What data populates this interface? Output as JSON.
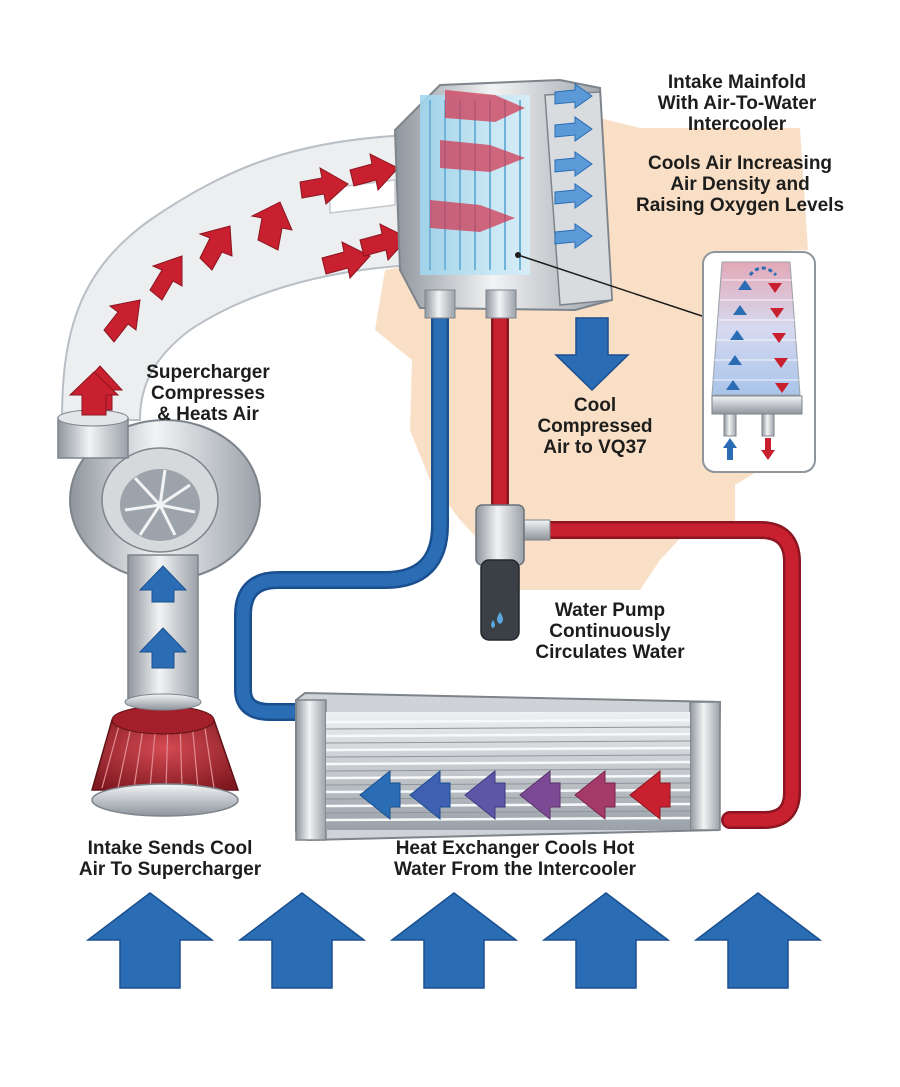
{
  "labels": {
    "intake_manifold": [
      "Intake Mainfold",
      "With Air-To-Water",
      "Intercooler"
    ],
    "cools_air": [
      "Cools Air Increasing",
      "Air Density and",
      "Raising Oxygen Levels"
    ],
    "supercharger": [
      "Supercharger",
      "Compresses",
      "& Heats Air"
    ],
    "cool_compressed": [
      "Cool",
      "Compressed",
      "Air to VQ37"
    ],
    "water_pump": [
      "Water Pump",
      "Continuously",
      "Circulates Water"
    ],
    "intake": [
      "Intake Sends Cool",
      "Air To Supercharger"
    ],
    "heat_exchanger": [
      "Heat Exchanger Cools Hot",
      "Water From the Intercooler"
    ]
  },
  "colors": {
    "hot": "#c8202f",
    "cold": "#2a6db5",
    "engine_shape": "#f9d9bd",
    "metal": "#c9ced3",
    "duct": "#e9ecee",
    "text": "#1d1d1b",
    "filter": "#b52a34"
  },
  "icons": [
    "supercharger-icon",
    "air-filter-icon",
    "intake-manifold-icon",
    "water-pump-icon",
    "heat-exchanger-icon",
    "intercooler-core-icon"
  ]
}
